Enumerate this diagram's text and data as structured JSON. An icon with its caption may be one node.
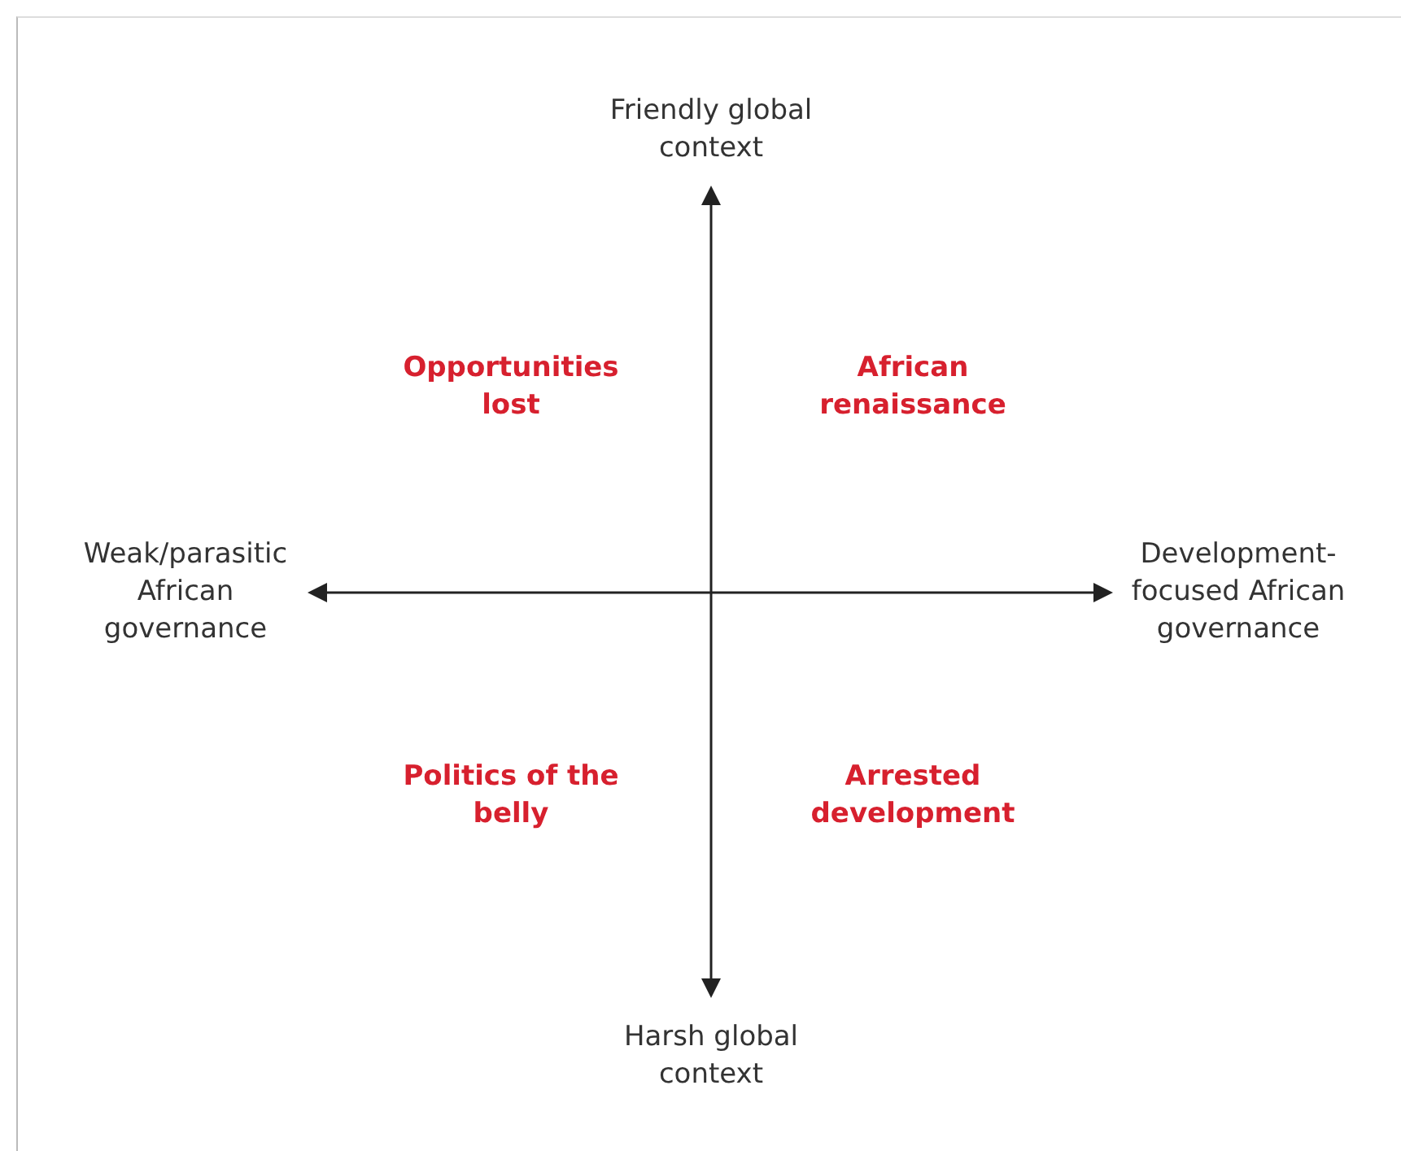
{
  "diagram": {
    "labels": [
      "Friendly global context",
      "Opportunities lost",
      "African renaissance",
      "Weak/parasitic African governance",
      "Development-focused African governance",
      "Politics of the belly",
      "Arrested development",
      "Harsh global context"
    ]
  }
}
